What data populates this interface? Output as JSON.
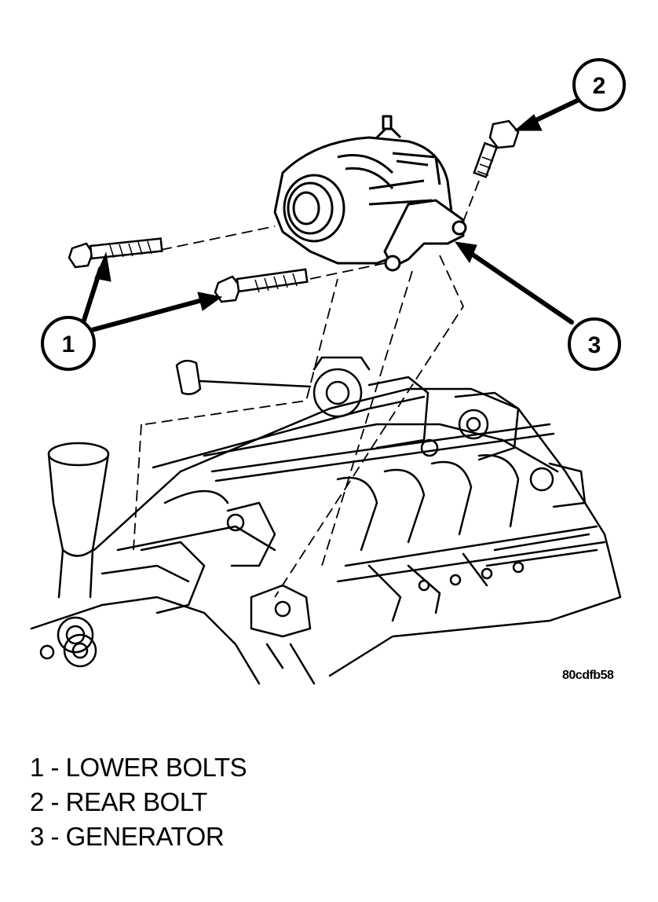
{
  "figure_id": "80cdfb58",
  "callouts": [
    {
      "number": "1"
    },
    {
      "number": "2"
    },
    {
      "number": "3"
    }
  ],
  "legend": [
    {
      "text": "1 - LOWER BOLTS"
    },
    {
      "text": "2 - REAR BOLT"
    },
    {
      "text": "3 - GENERATOR"
    }
  ]
}
